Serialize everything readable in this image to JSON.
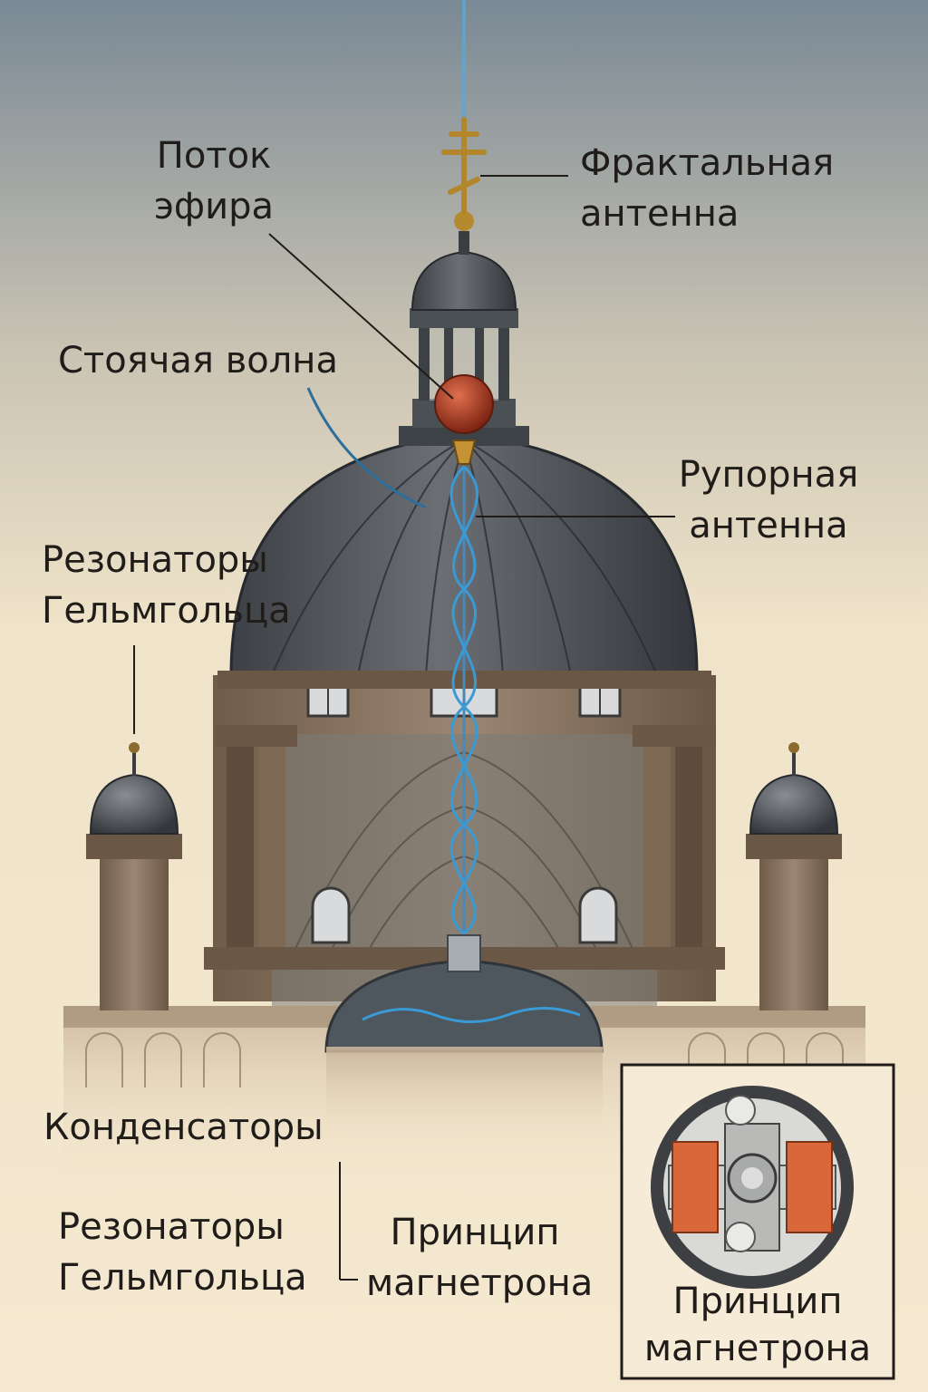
{
  "labels": {
    "ether_flow": [
      "Поток",
      "эфира"
    ],
    "fractal_antenna": [
      "Фрактальная",
      "антенна"
    ],
    "standing_wave": "Стоячая волна",
    "horn_antenna": [
      "Рупорная",
      "антенна"
    ],
    "helmholtz_top": [
      "Резонаторы",
      "Гельмгольца"
    ],
    "capacitors": "Конденсаторы",
    "helmholtz_bottom": [
      "Резонаторы",
      "Гельмгольца"
    ],
    "magnetron_label": [
      "Принцип",
      "магнетрона"
    ],
    "magnetron_inset_title": [
      "Принцип",
      "магнетрона"
    ]
  },
  "colors": {
    "sky_top": "#7f8f9b",
    "parchment": "#f3e6cc",
    "dome_metal": "#55595e",
    "stone": "#8a7660",
    "wave_blue": "#3a9ad6",
    "sphere_red": "#b23a22",
    "copper": "#d9673a"
  }
}
